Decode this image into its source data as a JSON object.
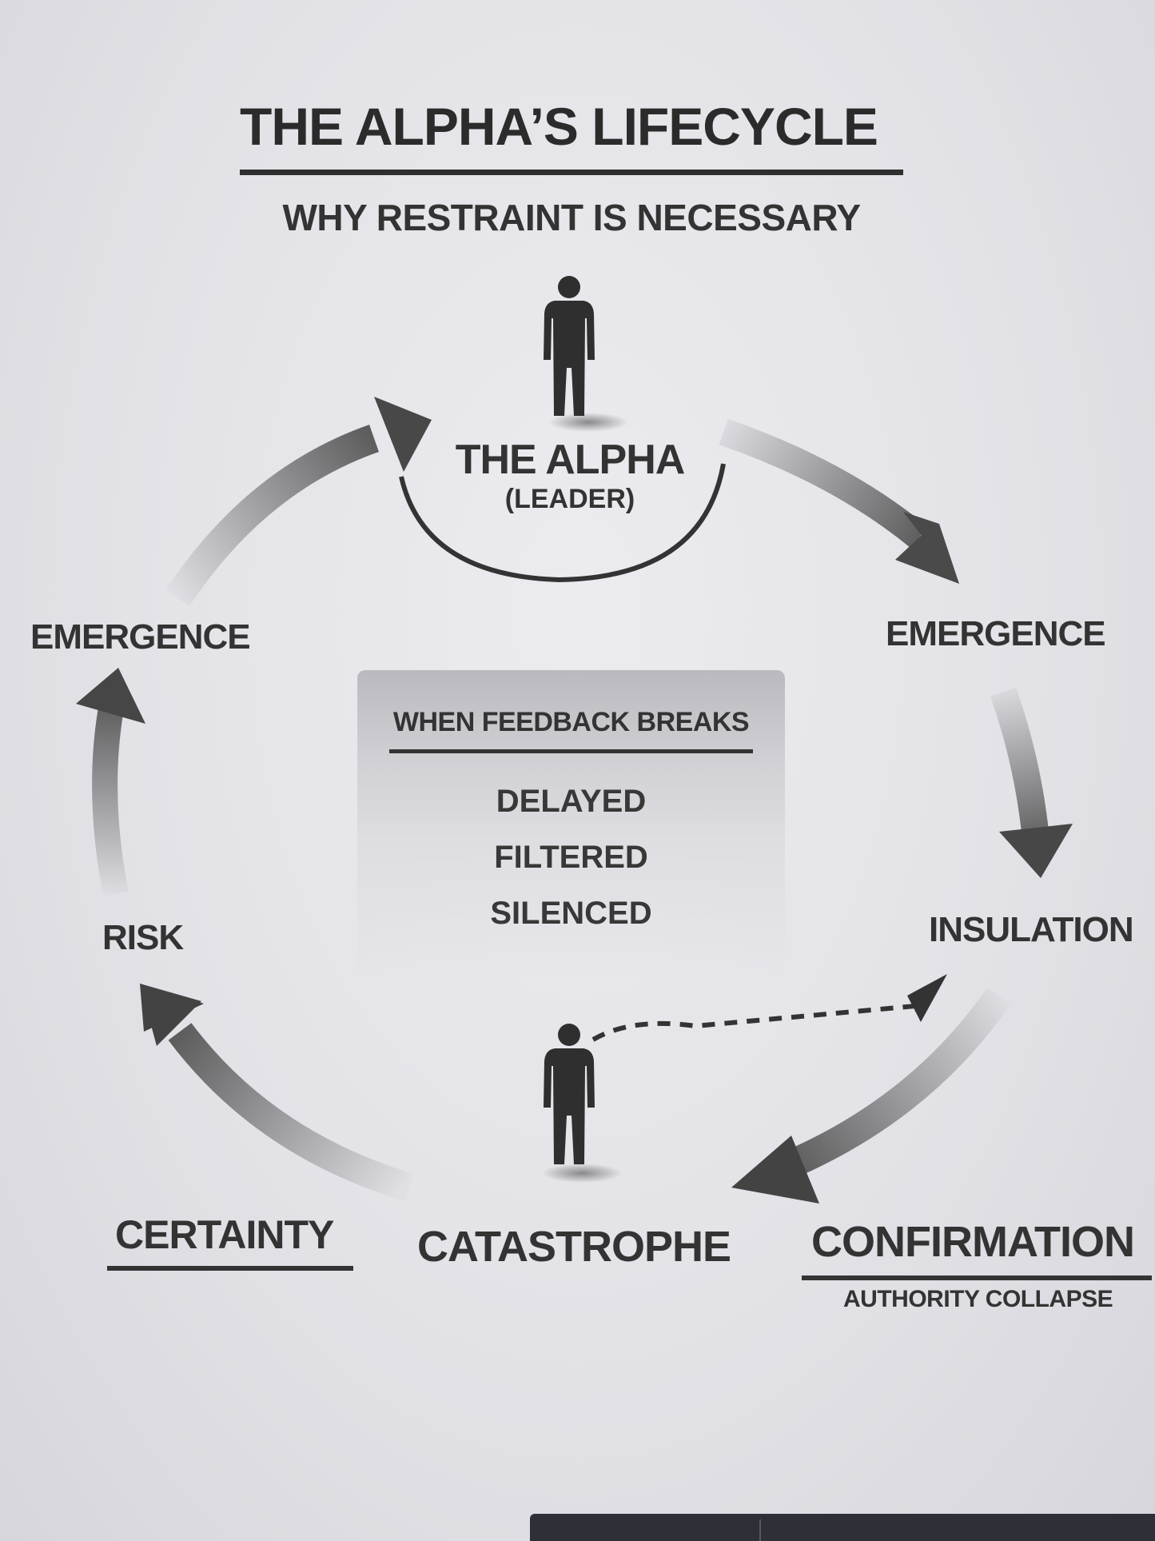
{
  "title": "THE ALPHA’S LIFECYCLE",
  "subtitle": "WHY RESTRAINT IS NECESSARY",
  "center": {
    "name": "THE ALPHA",
    "role": "(LEADER)"
  },
  "stages": {
    "emergence_left": "EMERGENCE",
    "emergence_right": "EMERGENCE",
    "insulation": "INSULATION",
    "risk": "RISK",
    "certainty": "CERTAINTY",
    "catastrophe": "CATASTROPHE",
    "confirmation": "CONFIRMATION",
    "confirmation_sub": "AUTHORITY COLLAPSE"
  },
  "feedback_panel": {
    "heading": "WHEN FEEDBACK BREAKS",
    "items": [
      "DELAYED",
      "FILTERED",
      "SILENCED"
    ]
  },
  "icons": {
    "top_figure": "person-silhouette-icon",
    "bottom_figure": "person-silhouette-icon"
  },
  "colors": {
    "arrow_dark": "#4a4a4a",
    "arrow_light": "#d8d8dd",
    "text": "#2e2e2e"
  }
}
